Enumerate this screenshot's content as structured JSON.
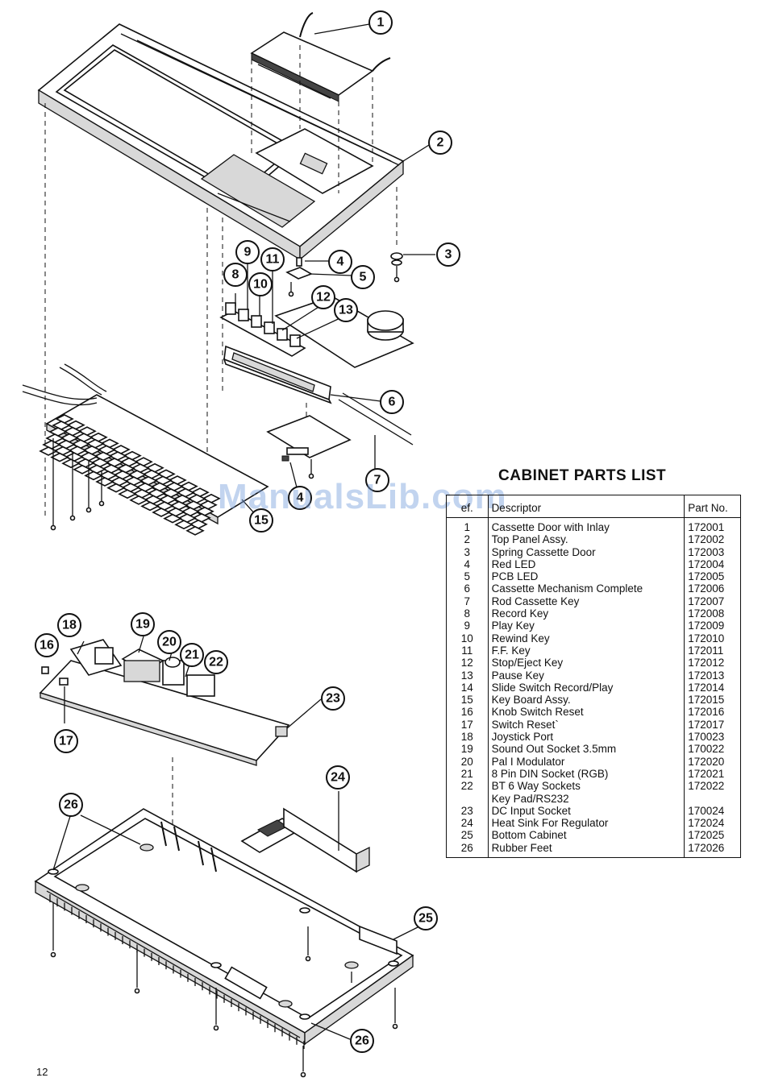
{
  "parts_list": {
    "title": "CABINET PARTS LIST",
    "headers": {
      "ref": "ef.",
      "description": "Descriptor",
      "part_no": "Part No."
    },
    "rows": [
      {
        "ref": "1",
        "description": "Cassette Door with Inlay",
        "part_no": "172001"
      },
      {
        "ref": "2",
        "description": "Top Panel Assy.",
        "part_no": "172002"
      },
      {
        "ref": "3",
        "description": "Spring Cassette Door",
        "part_no": "172003"
      },
      {
        "ref": "4",
        "description": "Red LED",
        "part_no": "172004"
      },
      {
        "ref": "5",
        "description": "PCB LED",
        "part_no": "172005"
      },
      {
        "ref": "6",
        "description": "Cassette Mechanism Complete",
        "part_no": "172006"
      },
      {
        "ref": "7",
        "description": "Rod Cassette Key",
        "part_no": "172007"
      },
      {
        "ref": "8",
        "description": "Record Key",
        "part_no": "172008"
      },
      {
        "ref": "9",
        "description": "Play Key",
        "part_no": "172009"
      },
      {
        "ref": "10",
        "description": "Rewind Key",
        "part_no": "172010"
      },
      {
        "ref": "11",
        "description": "F.F. Key",
        "part_no": "172011"
      },
      {
        "ref": "12",
        "description": "Stop/Eject Key",
        "part_no": "172012"
      },
      {
        "ref": "13",
        "description": "Pause Key",
        "part_no": "172013"
      },
      {
        "ref": "14",
        "description": "Slide Switch Record/Play",
        "part_no": "172014"
      },
      {
        "ref": "15",
        "description": "Key Board Assy.",
        "part_no": "172015"
      },
      {
        "ref": "16",
        "description": "Knob Switch Reset",
        "part_no": "172016"
      },
      {
        "ref": "17",
        "description": "Switch Reset`",
        "part_no": "172017"
      },
      {
        "ref": "18",
        "description": "Joystick Port",
        "part_no": "170023"
      },
      {
        "ref": "19",
        "description": "Sound Out Socket 3.5mm",
        "part_no": "170022"
      },
      {
        "ref": "20",
        "description": "Pal I Modulator",
        "part_no": "172020"
      },
      {
        "ref": "21",
        "description": "8 Pin DIN Socket (RGB)",
        "part_no": "172021"
      },
      {
        "ref": "22",
        "description": "BT 6 Way Sockets",
        "part_no": "172022"
      },
      {
        "ref": "",
        "description": "Key Pad/RS232",
        "part_no": ""
      },
      {
        "ref": "23",
        "description": "DC Input Socket",
        "part_no": "170024"
      },
      {
        "ref": "24",
        "description": "Heat Sink For Regulator",
        "part_no": "172024"
      },
      {
        "ref": "25",
        "description": "Bottom Cabinet",
        "part_no": "172025"
      },
      {
        "ref": "26",
        "description": "Rubber Feet",
        "part_no": "172026"
      }
    ]
  },
  "callouts": {
    "c1": "1",
    "c2": "2",
    "c3": "3",
    "c4a": "4",
    "c5": "5",
    "c6": "6",
    "c7": "7",
    "c8": "8",
    "c9": "9",
    "c10": "10",
    "c11": "11",
    "c12": "12",
    "c13": "13",
    "c14": "4",
    "c15": "15",
    "c16": "16",
    "c17": "17",
    "c18": "18",
    "c19": "19",
    "c20": "20",
    "c21": "21",
    "c22": "22",
    "c23": "23",
    "c24": "24",
    "c25": "25",
    "c26a": "26",
    "c26b": "26"
  },
  "page_number": "12",
  "watermark": "ManualsLib.com"
}
